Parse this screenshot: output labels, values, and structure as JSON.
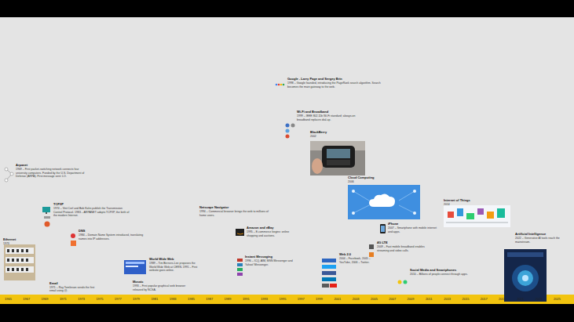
{
  "diagram": {
    "nodes": [
      {
        "text": [
          "Arpanet",
          "1969 – First packet-switching network connects four university computers. Funded by the U.S. Department of Defense (ARPA). First message sent: LO."
        ]
      },
      {
        "text": [
          "Ethernet",
          "1973"
        ]
      },
      {
        "text": [
          "TCP/IP",
          "1974 – Vint Cerf and Bob Kahn publish the Transmission Control Protocol. 1983 – ARPANET adopts TCP/IP, the birth of the modern Internet."
        ]
      },
      {
        "text": [
          "Email",
          "1971 – Ray Tomlinson sends the first email using @."
        ]
      },
      {
        "text": [
          "DNS",
          "1984 – Domain Name System introduced, translating names into IP addresses."
        ]
      },
      {
        "text": [
          "World Wide Web",
          "1989 – Tim Berners-Lee proposes the World Wide Web at CERN. 1991 – First website goes online."
        ]
      },
      {
        "text": [
          "Mosaic",
          "1993 – First popular graphical web browser released by NCSA."
        ]
      },
      {
        "text": [
          "Netscape Navigator",
          "1994 – Commercial browser brings the web to millions of home users."
        ]
      },
      {
        "text": [
          "Amazon and eBay",
          "1995 – E-commerce begins: online shopping and auctions."
        ]
      },
      {
        "text": [
          "Instant Messaging",
          "1996 – ICQ, AIM, MSN Messenger and Yahoo! Messenger."
        ]
      },
      {
        "text": [
          "Google - Larry Page and Sergey Brin",
          "1998 – Google founded, introducing the PageRank search algorithm. Search becomes the main gateway to the web."
        ]
      },
      {
        "text": [
          "Wi-Fi and Broadband",
          "1999 – IEEE 802.11b Wi-Fi standard; always-on broadband replaces dial-up."
        ]
      },
      {
        "text": [
          "BlackBerry",
          "2002"
        ]
      },
      {
        "text": [
          "Web 2.0",
          "2004 – Facebook, 2005 – YouTube, 2006 – Twitter."
        ]
      },
      {
        "text": [
          "Cloud Computing",
          "2006"
        ]
      },
      {
        "text": [
          "iPhone",
          "2007 – Smartphone with mobile internet and apps."
        ]
      },
      {
        "text": [
          "4G LTE",
          "2009 – Fast mobile broadband enables streaming and video calls."
        ]
      },
      {
        "text": [
          "Social Media and Smartphones",
          "2010 – Billions of people connect through apps."
        ]
      },
      {
        "text": [
          "Internet of Things",
          "2014"
        ]
      },
      {
        "text": [
          "Artificial Intelligence",
          "2022 – Generative AI tools reach the mainstream."
        ]
      }
    ],
    "labels": [
      "1965",
      "1967",
      "1969",
      "1971",
      "1973",
      "1975",
      "1977",
      "1979",
      "1981",
      "1983",
      "1985",
      "1987",
      "1989",
      "1991",
      "1993",
      "1995",
      "1997",
      "1999",
      "2001",
      "2003",
      "2005",
      "2007",
      "2009",
      "2011",
      "2013",
      "2015",
      "2017",
      "2019",
      "2021",
      "2023",
      "2025"
    ]
  }
}
